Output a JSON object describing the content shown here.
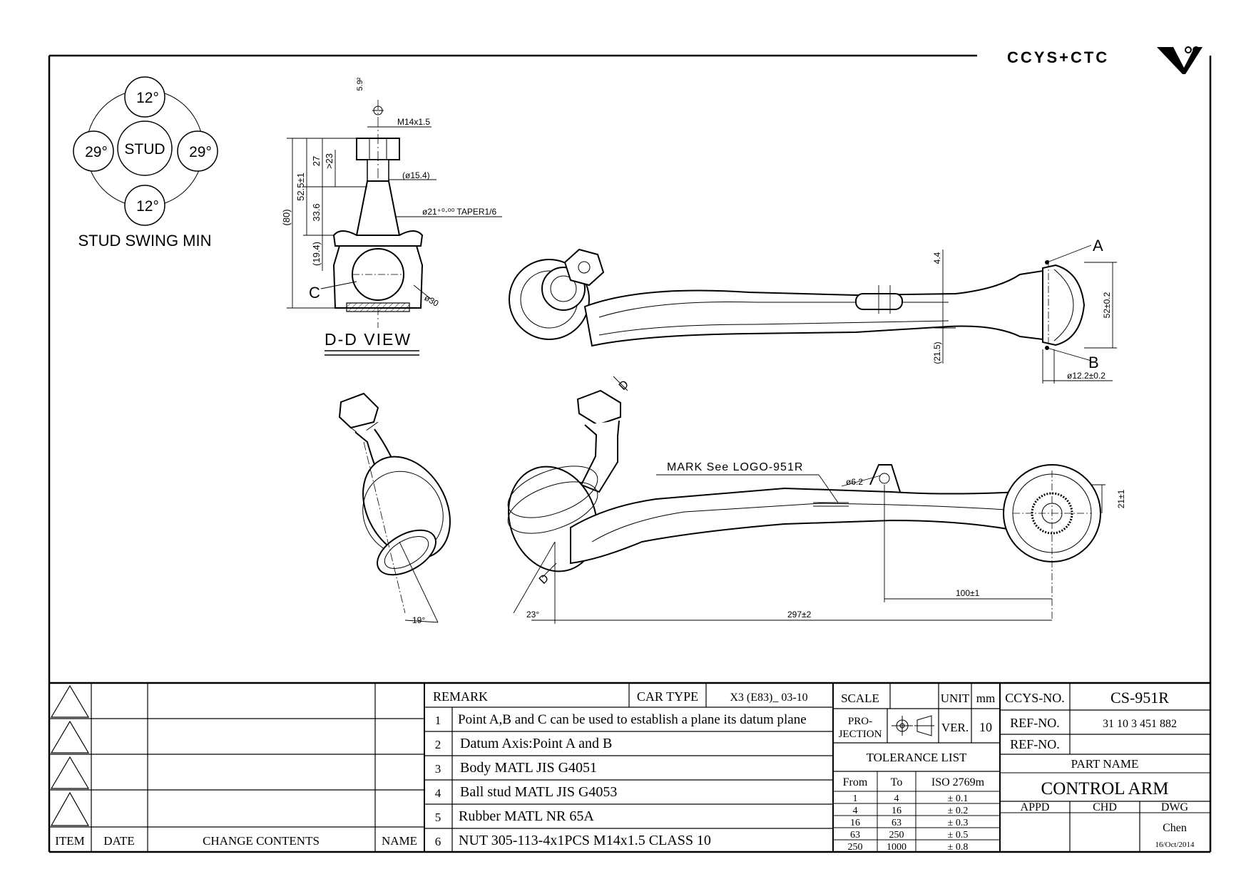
{
  "brand": {
    "logo_text": "CCYS+CTC"
  },
  "stud_swing": {
    "title": "STUD SWING MIN",
    "center": "STUD",
    "top": "12°",
    "bottom": "12°",
    "left": "29°",
    "right": "29°"
  },
  "section_view": {
    "label": "D-D VIEW",
    "callout_c": "C",
    "dims": {
      "pitch": "5.9²",
      "thread": "M14x1.5",
      "shank_dia": "(ø15.4)",
      "taper": "ø21⁺⁰⋅⁰⁰ TAPER1/6",
      "body_dia": "ø30",
      "total": "(80)",
      "d52": "52.5±1",
      "d27": "27",
      "d23": ">23",
      "d33": "33.6",
      "d19": "(19.4)"
    }
  },
  "top_view": {
    "label_a": "A",
    "label_b": "B",
    "dims": {
      "d44": "4.4",
      "d215": "(21.5)",
      "d52": "52±0.2",
      "d122": "ø12.2±0.2"
    }
  },
  "side_view": {
    "mark_note": "MARK See LOGO-951R",
    "section_label_d": "D",
    "dims": {
      "hole": "ø6.2",
      "d21": "21±1",
      "d100": "100±1",
      "d297": "297±2",
      "angle": "23°"
    }
  },
  "iso_view": {
    "angle": "19°"
  },
  "revision_table": {
    "headers": [
      "ITEM",
      "DATE",
      "CHANGE CONTENTS",
      "NAME"
    ]
  },
  "remarks": {
    "header": "REMARK",
    "car_type_label": "CAR TYPE",
    "car_type_value": "X3 (E83)_ 03-10",
    "items": [
      {
        "no": "1",
        "text": "Point A,B and C can be used to establish a plane its datum plane"
      },
      {
        "no": "2",
        "text": "Datum Axis:Point A and B"
      },
      {
        "no": "3",
        "text": "Body MATL JIS G4051"
      },
      {
        "no": "4",
        "text": "Ball stud MATL JIS G4053"
      },
      {
        "no": "5",
        "text": "Rubber MATL NR 65A"
      },
      {
        "no": "6",
        "text": "NUT 305-113-4x1PCS M14x1.5 CLASS 10"
      }
    ]
  },
  "scale_block": {
    "scale_label": "SCALE",
    "unit_label": "UNIT",
    "unit_value": "mm",
    "projection_label_1": "PRO-",
    "projection_label_2": "JECTION",
    "ver_label": "VER.",
    "ver_value": "10"
  },
  "tolerance": {
    "title": "TOLERANCE LIST",
    "headers": [
      "From",
      "To",
      "ISO 2769m"
    ],
    "rows": [
      [
        "1",
        "4",
        "± 0.1"
      ],
      [
        "4",
        "16",
        "± 0.2"
      ],
      [
        "16",
        "63",
        "± 0.3"
      ],
      [
        "63",
        "250",
        "± 0.5"
      ],
      [
        "250",
        "1000",
        "± 0.8"
      ]
    ]
  },
  "title_block": {
    "ccys_no_label": "CCYS-NO.",
    "ccys_no_value": "CS-951R",
    "ref_no_label": "REF-NO.",
    "ref_no_value": "31 10 3 451 882",
    "ref_no2_label": "REF-NO.",
    "part_name_label": "PART NAME",
    "part_name_value": "CONTROL ARM",
    "appd_label": "APPD",
    "chd_label": "CHD",
    "dwg_label": "DWG",
    "dwg_value": "Chen",
    "date_value": "16/Oct/2014"
  }
}
